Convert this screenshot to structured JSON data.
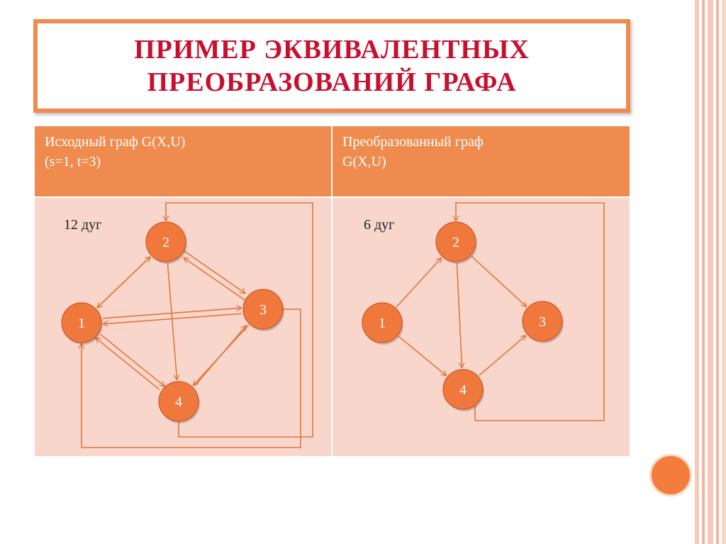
{
  "title": {
    "line1": "ПРИМЕР ЭКВИВАЛЕНТНЫХ",
    "line2": "ПРЕОБРАЗОВАНИЙ ГРАФА"
  },
  "table": {
    "left_header": {
      "line1": "Исходный граф G(X,U)",
      "line2": "(s=1, t=3)"
    },
    "right_header": {
      "line1": "Преобразованный граф",
      "line2": "G(X,U)"
    }
  },
  "left_graph": {
    "arc_count_label": "12 дуг",
    "nodes": [
      "1",
      "2",
      "3",
      "4"
    ]
  },
  "right_graph": {
    "arc_count_label": "6 дуг",
    "nodes": [
      "1",
      "2",
      "3",
      "4"
    ]
  },
  "colors": {
    "accent": "#ef8b4e",
    "node_fill": "#f0783c",
    "title_text": "#c8102e",
    "cell_bg": "#f8d6cc",
    "edge": "#e0783c"
  }
}
